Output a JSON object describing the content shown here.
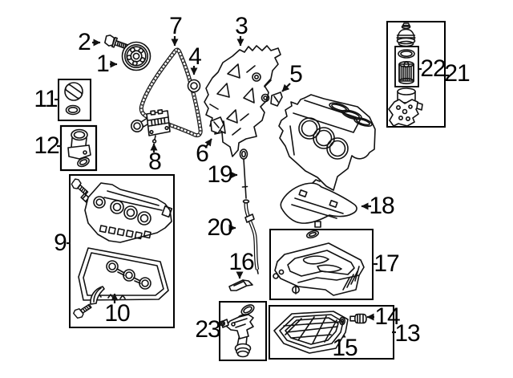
{
  "diagram": {
    "background_color": "#ffffff",
    "line_color": "#111111",
    "box_color": "#000000",
    "shade_color": "#ededed",
    "callouts": {
      "c1": {
        "label": "1"
      },
      "c2": {
        "label": "2"
      },
      "c3": {
        "label": "3"
      },
      "c4": {
        "label": "4"
      },
      "c5": {
        "label": "5"
      },
      "c6": {
        "label": "6"
      },
      "c7": {
        "label": "7"
      },
      "c8": {
        "label": "8"
      },
      "c9": {
        "label": "9"
      },
      "c10": {
        "label": "10"
      },
      "c11": {
        "label": "11"
      },
      "c12": {
        "label": "12"
      },
      "c13": {
        "label": "13"
      },
      "c14": {
        "label": "14"
      },
      "c15": {
        "label": "15"
      },
      "c16": {
        "label": "16"
      },
      "c17": {
        "label": "17"
      },
      "c18": {
        "label": "18"
      },
      "c19": {
        "label": "19"
      },
      "c20": {
        "label": "20"
      },
      "c21": {
        "label": "21"
      },
      "c22": {
        "label": "22"
      },
      "c23": {
        "label": "23"
      }
    }
  }
}
